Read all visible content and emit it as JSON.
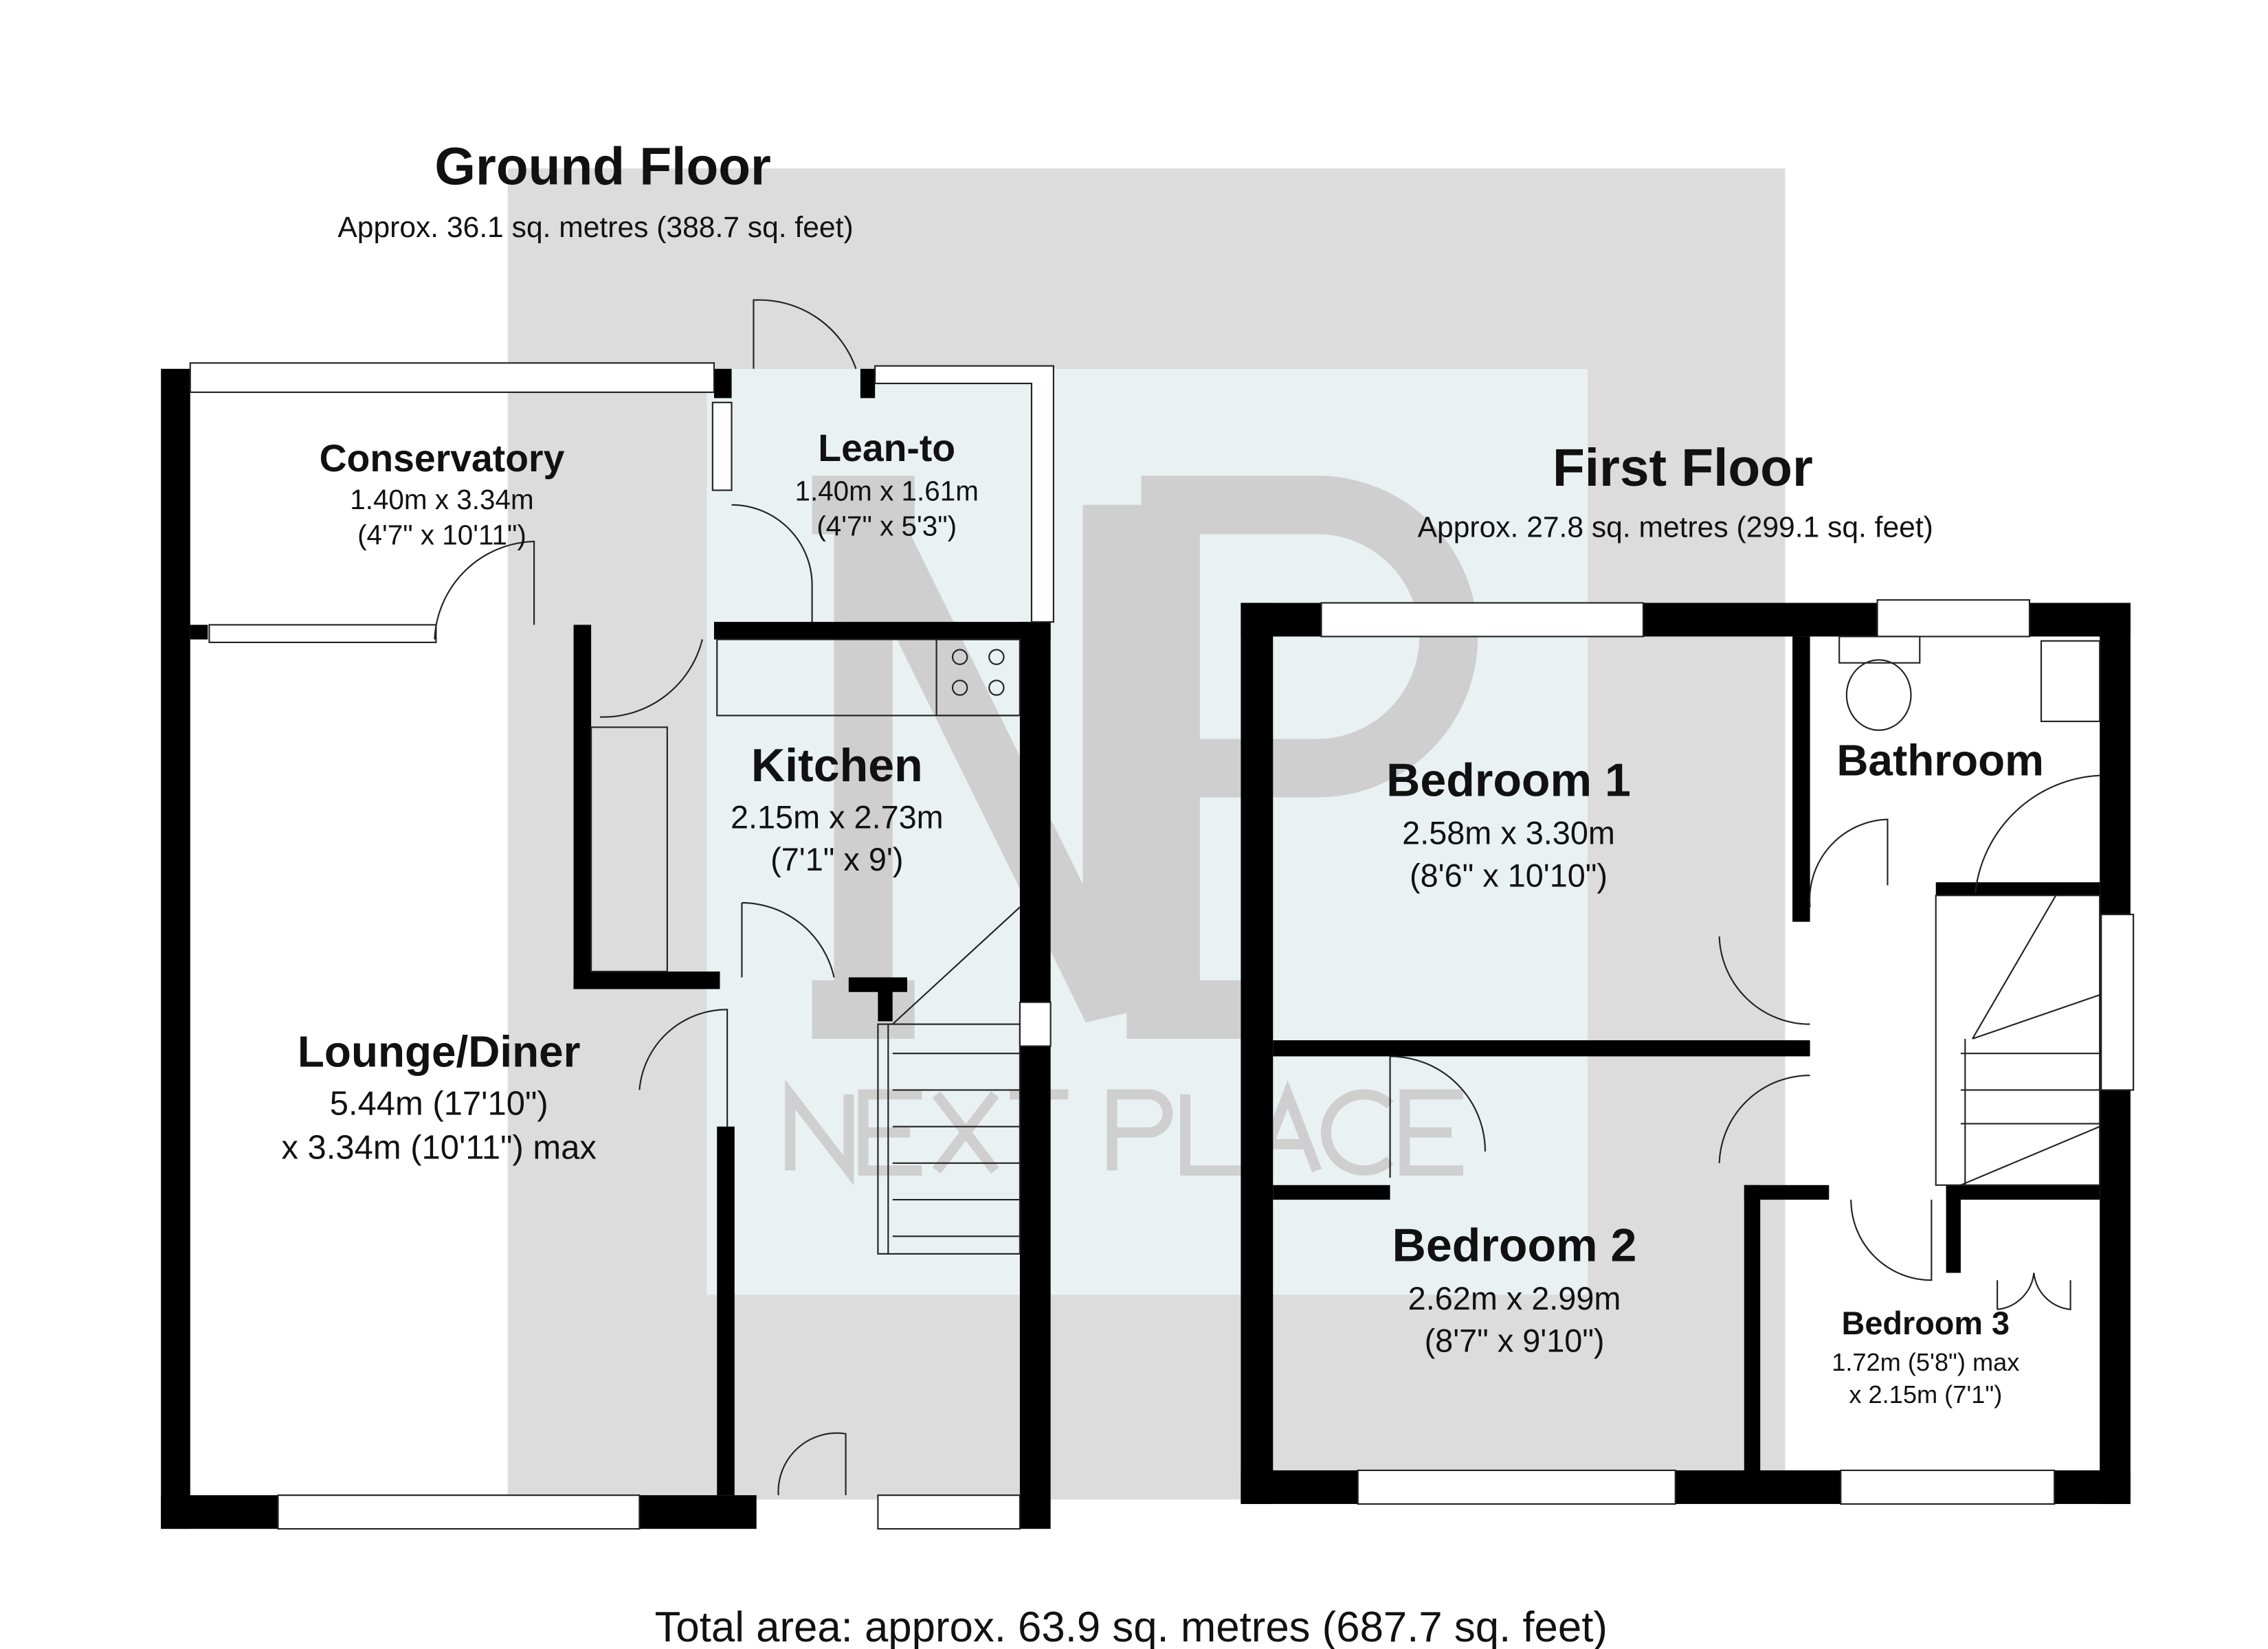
{
  "watermark": {
    "monogram": "NP",
    "brand": "NEXT PLACE"
  },
  "ground_floor": {
    "title": "Ground Floor",
    "area": "Approx. 36.1 sq. metres (388.7 sq. feet)",
    "rooms": {
      "conservatory": {
        "name": "Conservatory",
        "line1": "1.40m x 3.34m",
        "line2": "(4'7\" x 10'11\")"
      },
      "lean_to": {
        "name": "Lean-to",
        "line1": "1.40m x 1.61m",
        "line2": "(4'7\" x 5'3\")"
      },
      "kitchen": {
        "name": "Kitchen",
        "line1": "2.15m x 2.73m",
        "line2": "(7'1\" x 9')"
      },
      "lounge": {
        "name": "Lounge/Diner",
        "line1": "5.44m (17'10\")",
        "line2": "x 3.34m (10'11\") max"
      }
    }
  },
  "first_floor": {
    "title": "First Floor",
    "area": "Approx. 27.8 sq. metres (299.1 sq. feet)",
    "rooms": {
      "bedroom1": {
        "name": "Bedroom 1",
        "line1": "2.58m x 3.30m",
        "line2": "(8'6\" x 10'10\")"
      },
      "bathroom": {
        "name": "Bathroom"
      },
      "bedroom2": {
        "name": "Bedroom 2",
        "line1": "2.62m x 2.99m",
        "line2": "(8'7\" x 9'10\")"
      },
      "bedroom3": {
        "name": "Bedroom 3",
        "line1": "1.72m (5'8\") max",
        "line2": "x 2.15m (7'1\")"
      }
    }
  },
  "total_area": "Total area: approx. 63.9 sq. metres (687.7 sq. feet)"
}
